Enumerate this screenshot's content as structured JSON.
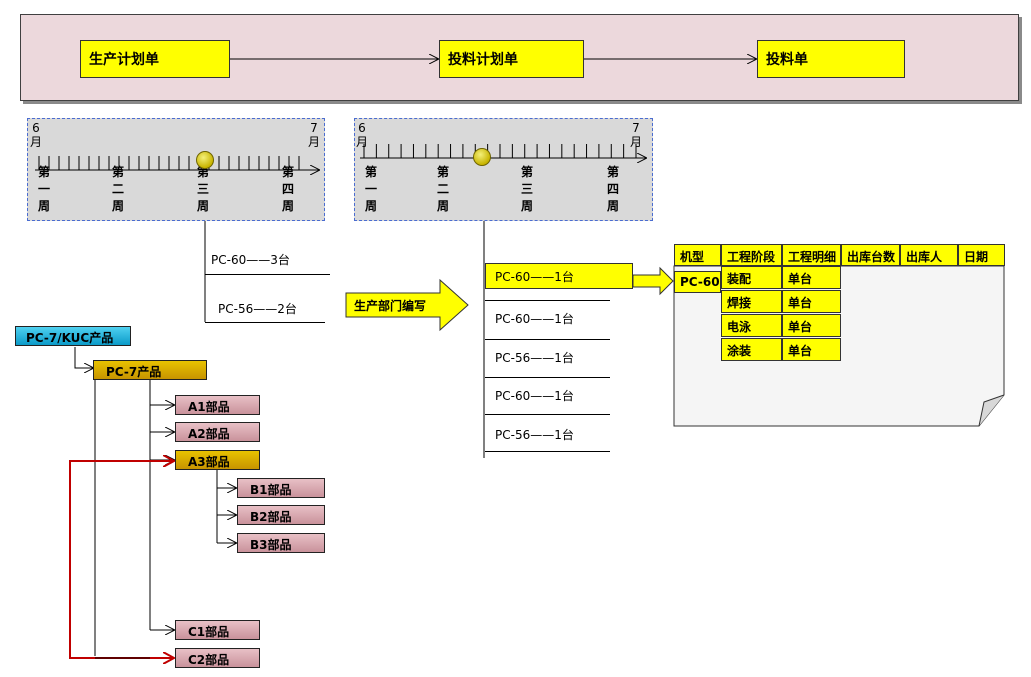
{
  "flow": {
    "step1": "生产计划单",
    "step2": "投料计划单",
    "step3": "投料单"
  },
  "ruler_left": {
    "month_start": [
      "6",
      "月"
    ],
    "month_end": [
      "7",
      "月"
    ],
    "weeks": [
      [
        "第",
        "一",
        "周"
      ],
      [
        "第",
        "二",
        "周"
      ],
      [
        "第",
        "三",
        "周"
      ],
      [
        "第",
        "四",
        "周"
      ]
    ]
  },
  "ruler_right": {
    "month_start": [
      "6",
      "月"
    ],
    "month_end": [
      "7",
      "月"
    ],
    "weeks": [
      [
        "第",
        "一",
        "周"
      ],
      [
        "第",
        "二",
        "周"
      ],
      [
        "第",
        "三",
        "周"
      ],
      [
        "第",
        "四",
        "周"
      ]
    ]
  },
  "left_items": [
    "PC-60——3台",
    "PC-56——2台"
  ],
  "arrow_label": "生产部门编写",
  "right_items": [
    "PC-60——1台",
    "PC-60——1台",
    "PC-56——1台",
    "PC-60——1台",
    "PC-56——1台"
  ],
  "table": {
    "headers": [
      "机型",
      "工程阶段",
      "工程明细",
      "出库台数",
      "出库人",
      "日期"
    ],
    "model": "PC-60",
    "rows": [
      [
        "装配",
        "单台"
      ],
      [
        "焊接",
        "单台"
      ],
      [
        "电泳",
        "单台"
      ],
      [
        "涂装",
        "单台"
      ]
    ]
  },
  "tree": {
    "root": "PC-7/KUC产品",
    "product": "PC-7产品",
    "a1": "A1部品",
    "a2": "A2部品",
    "a3": "A3部品",
    "b1": "B1部品",
    "b2": "B2部品",
    "b3": "B3部品",
    "c1": "C1部品",
    "c2": "C2部品"
  },
  "colors": {
    "yellow": "#ffff00",
    "flow_bg": "#ecd8dc",
    "red_arrow": "#c00000"
  }
}
